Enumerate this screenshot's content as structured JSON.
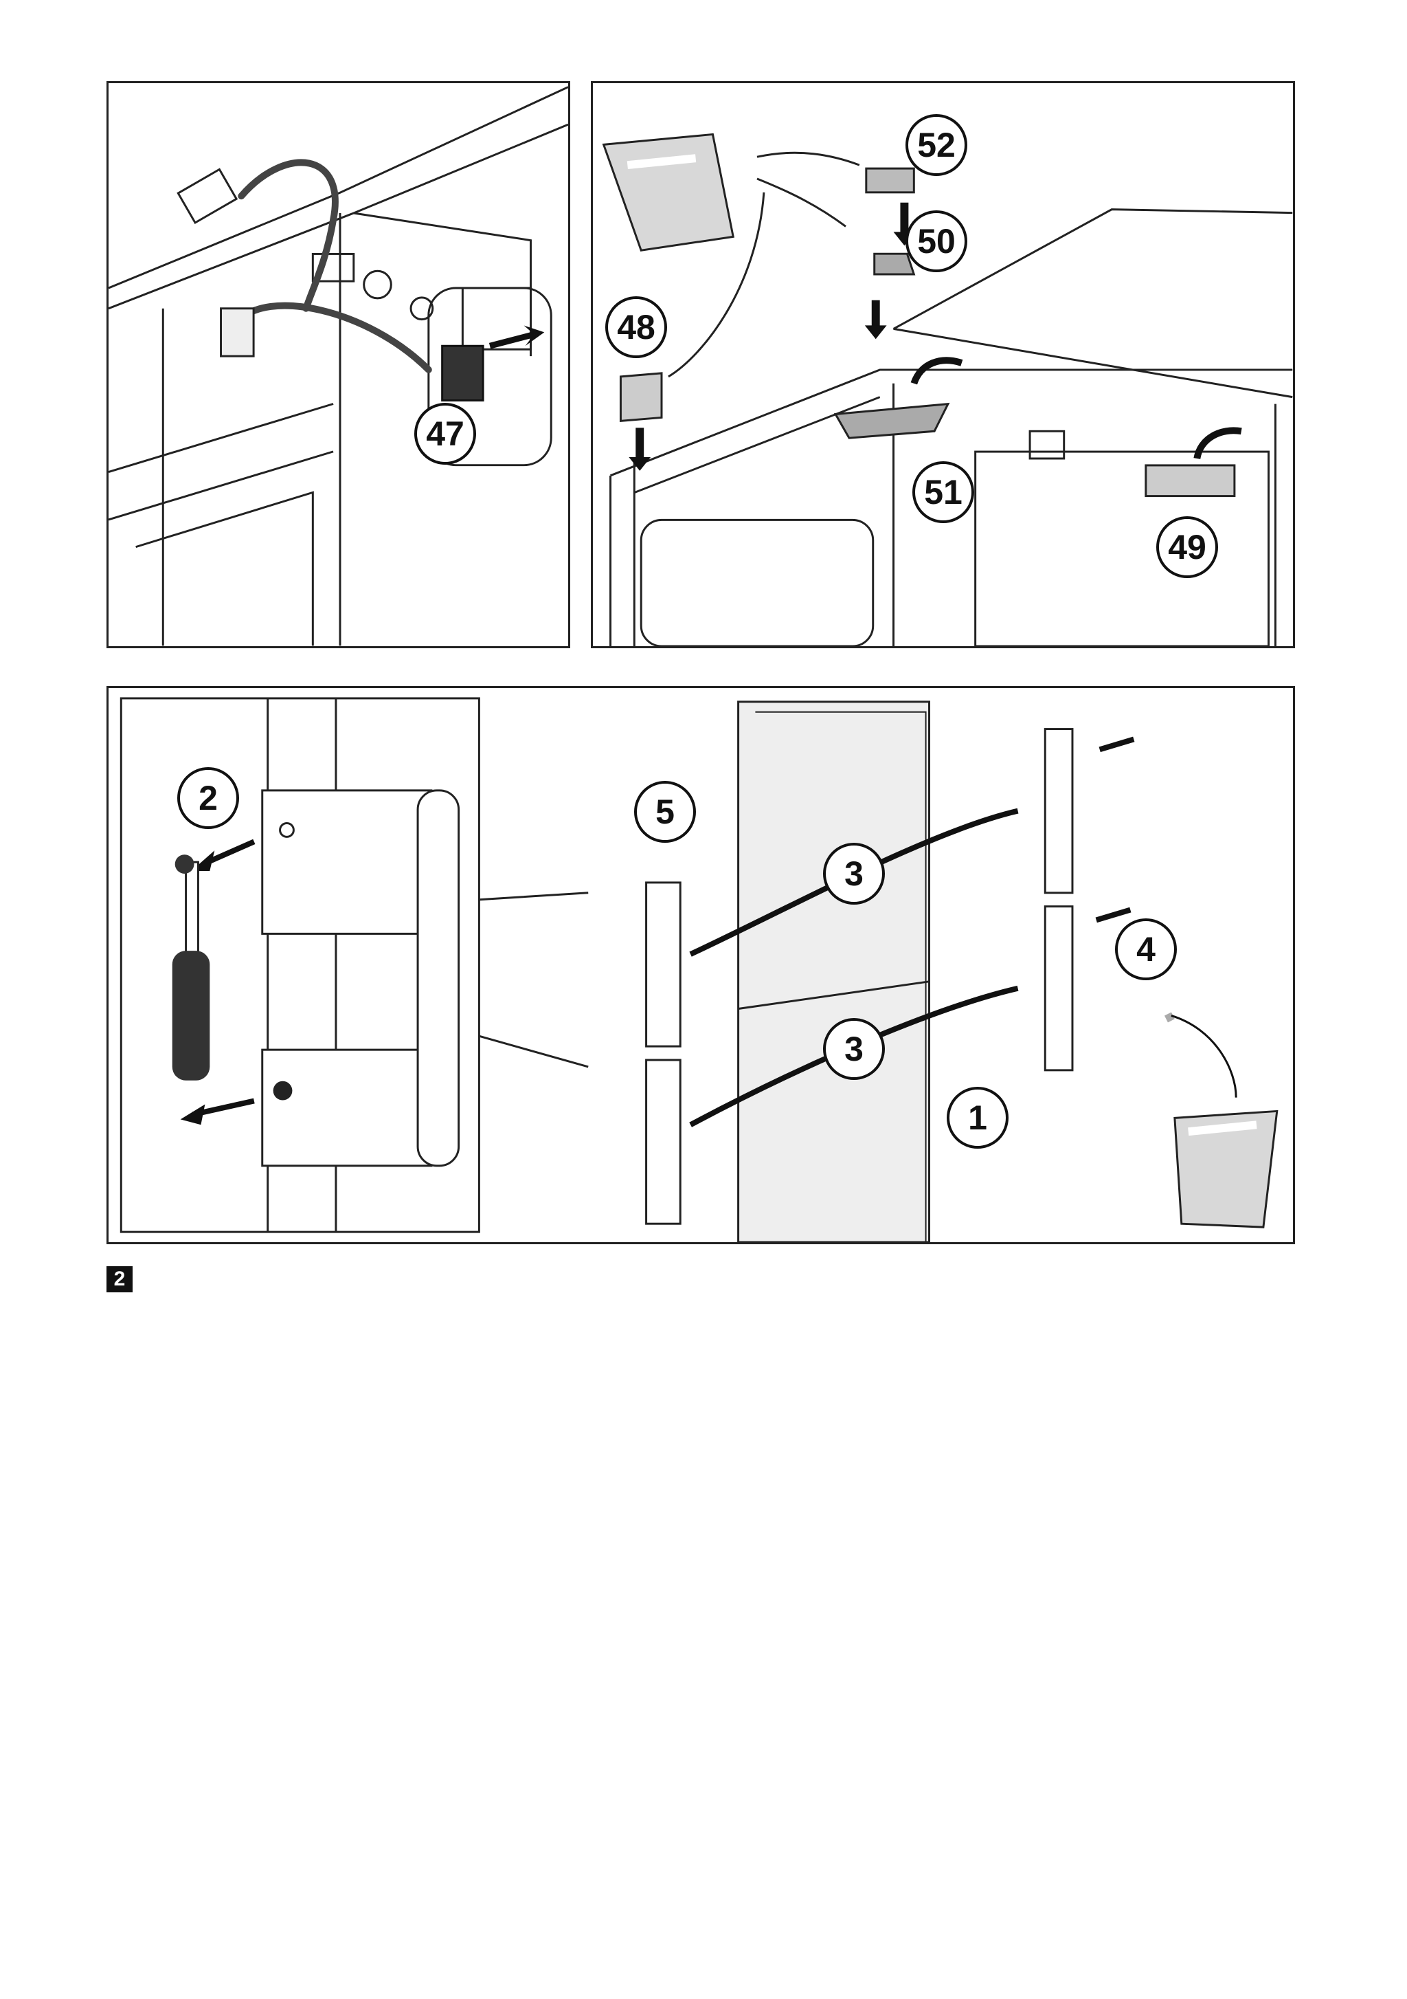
{
  "figure": {
    "label": "2"
  },
  "callouts": {
    "c47": "47",
    "c52": "52",
    "c50": "50",
    "c48": "48",
    "c51": "51",
    "c49": "49",
    "c2": "2",
    "c5": "5",
    "c3a": "3",
    "c3b": "3",
    "c4": "4",
    "c1": "1"
  }
}
